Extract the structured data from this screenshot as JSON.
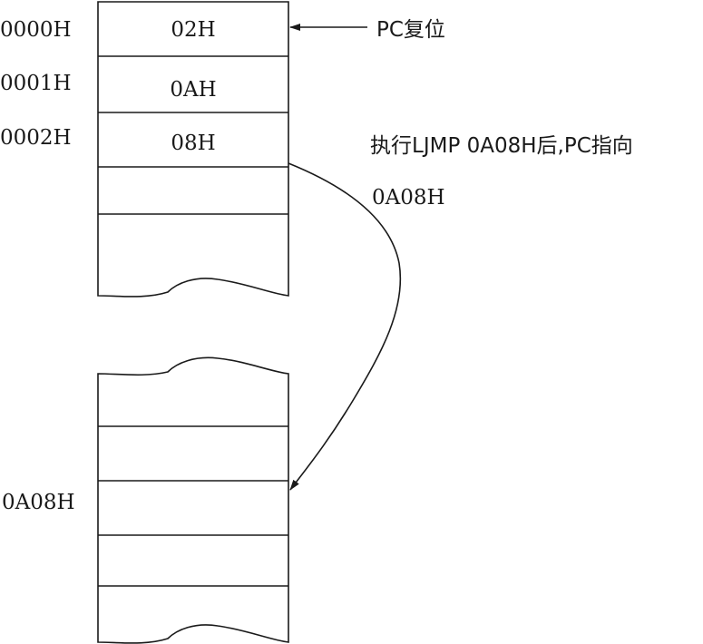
{
  "upper_block": {
    "rows": [
      {
        "address": "0000H",
        "value": "02H"
      },
      {
        "address": "0001H",
        "value": "0AH"
      },
      {
        "address": "0002H",
        "value": "08H"
      },
      {
        "address": "",
        "value": ""
      },
      {
        "address": "",
        "value": ""
      }
    ],
    "reset_label": "PC复位"
  },
  "jump_note": {
    "line1": "执行LJMP 0A08H后,PC指向",
    "line2": "0A08H"
  },
  "lower_block": {
    "rows": [
      {
        "address": "",
        "value": ""
      },
      {
        "address": "",
        "value": ""
      },
      {
        "address": "0A08H",
        "value": ""
      },
      {
        "address": "",
        "value": ""
      },
      {
        "address": "",
        "value": ""
      }
    ]
  },
  "colors": {
    "line": "#1a1a1a",
    "background": "#ffffff"
  }
}
